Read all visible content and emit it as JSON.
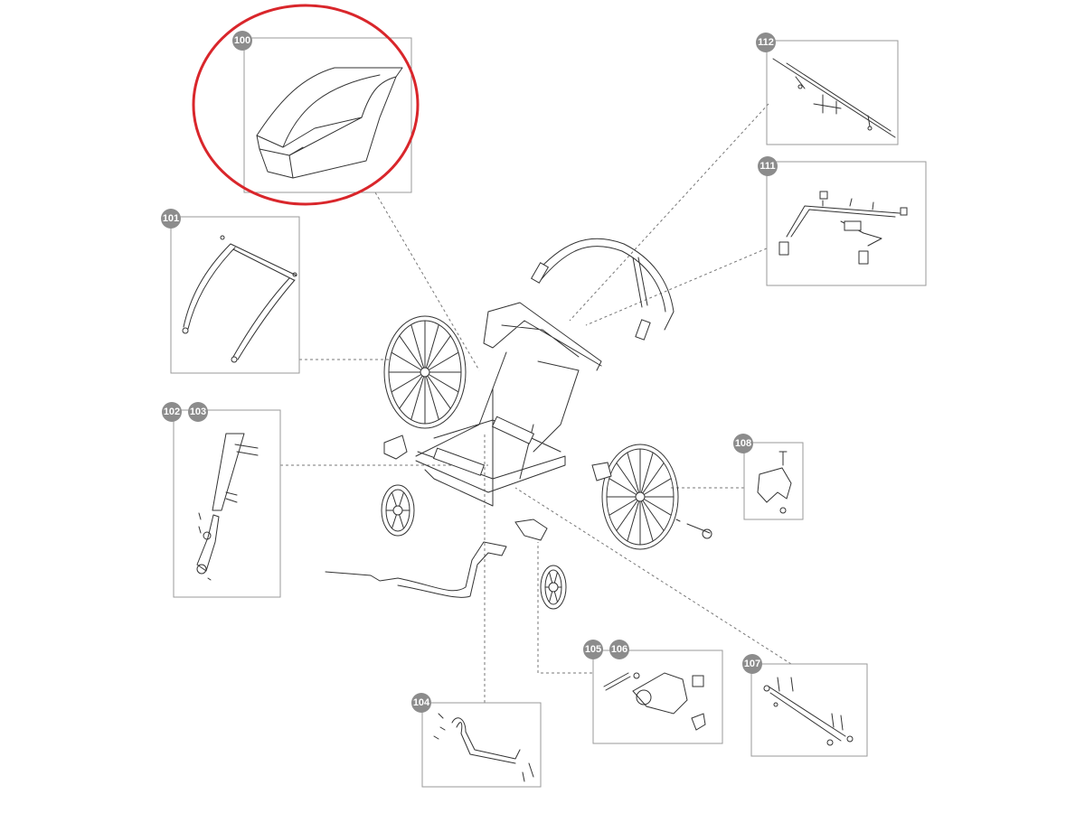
{
  "callouts": {
    "c100": "100",
    "c101": "101",
    "c102": "102",
    "c103": "103",
    "c104": "104",
    "c105": "105",
    "c106": "106",
    "c107": "107",
    "c108": "108",
    "c111": "111",
    "c112": "112"
  },
  "highlight": {
    "color": "#d9262b",
    "target": "100"
  },
  "badge_color": "#8c8c8c"
}
